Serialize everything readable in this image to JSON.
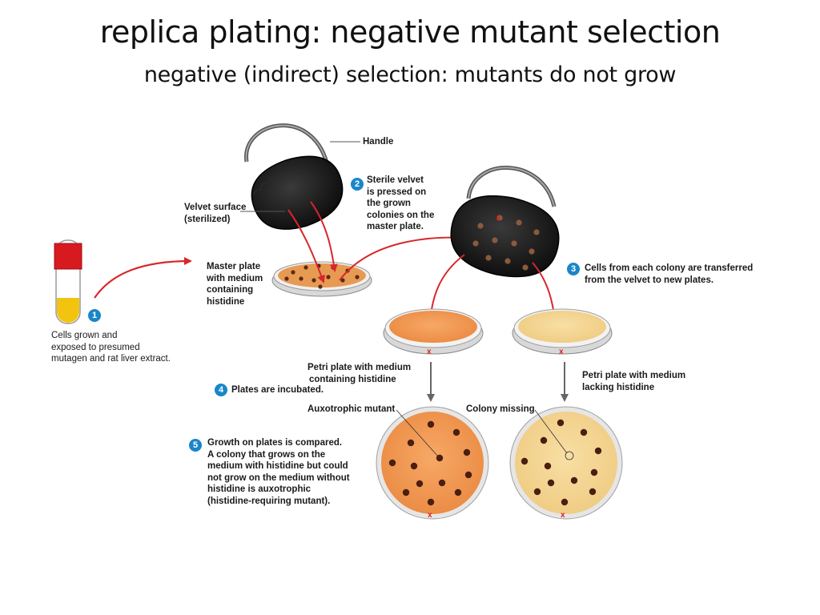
{
  "slide": {
    "title": "replica plating: negative mutant selection",
    "subtitle": "negative (indirect) selection: mutants do not grow"
  },
  "labels": {
    "handle": "Handle",
    "velvet_surface": [
      "Velvet surface",
      "(sterilized)"
    ],
    "step2_text": [
      "Sterile velvet",
      "is pressed on",
      "the grown",
      "colonies on the",
      "master plate."
    ],
    "master_plate": [
      "Master plate",
      "with medium",
      "containing",
      "histidine"
    ],
    "cells_grown": [
      "Cells grown and",
      "exposed to presumed",
      "mutagen and rat liver extract."
    ],
    "step3_text": [
      "Cells from each colony are transferred",
      "from the velvet to new plates."
    ],
    "plate_with_histidine": [
      "Petri plate with medium",
      "containing histidine"
    ],
    "plate_lacking_histidine": [
      "Petri plate with medium",
      "lacking histidine"
    ],
    "step4_text": "Plates are incubated.",
    "auxotrophic_mutant": "Auxotrophic mutant",
    "colony_missing": "Colony missing",
    "step5_text": [
      "Growth on plates is compared.",
      "A colony that grows on the",
      "medium with histidine but could",
      "not grow on the medium without",
      "histidine is auxotrophic",
      "(histidine-requiring mutant)."
    ]
  },
  "steps": [
    "1",
    "2",
    "3",
    "4",
    "5"
  ],
  "marks": {
    "missing_colony": "x"
  },
  "colors": {
    "step_badge": "#1a86c8",
    "arrow": "#d9262b",
    "histidine_medium": "#f09a52",
    "no_histidine_medium": "#f3d38e",
    "velvet": "#111111",
    "colony": "#5a2a18",
    "tube_cap": "#d71920",
    "tube_fluid": "#f2c40f"
  },
  "icons": [
    "test-tube-icon",
    "velvet-stamp-icon",
    "petri-dish-icon"
  ]
}
